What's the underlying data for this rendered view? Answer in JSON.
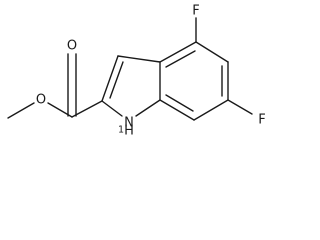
{
  "molecule": {
    "atoms": {
      "fluorine_top": "F",
      "fluorine_right": "F",
      "carbonyl_oxygen": "O",
      "ester_oxygen": "O",
      "nitrogen": "N",
      "nh_hydrogen_number": "1",
      "nh_hydrogen": "H"
    }
  }
}
